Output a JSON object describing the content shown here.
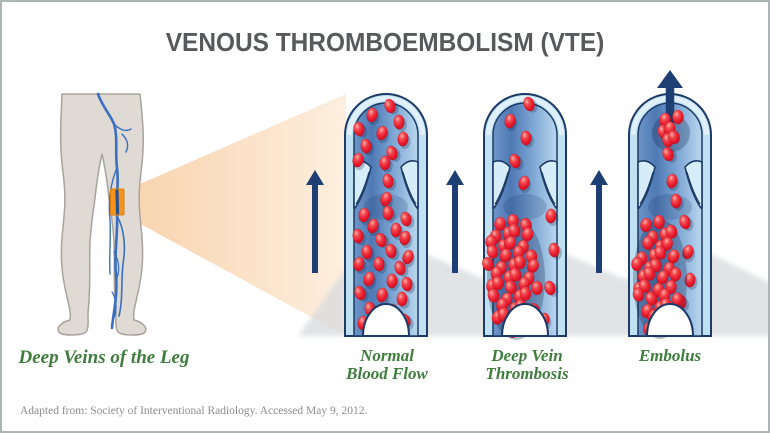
{
  "header": {
    "title": "VENOUS THROMBOEMBOLISM (VTE)"
  },
  "labels": {
    "leg": "Deep Veins of the Leg",
    "normal": "Normal\nBlood Flow",
    "dvt": "Deep Vein\nThrombosis",
    "embolus": "Embolus"
  },
  "footer": {
    "attribution": "Adapted from: Society of Interventional Radiology. Accessed May 9, 2012."
  },
  "icons": [
    {
      "name": "up-arrow-icon",
      "meaning": "direction of blood flow"
    },
    {
      "name": "embolus-exit-arrow-icon",
      "meaning": "clot travelling out of vein"
    }
  ],
  "colors": {
    "title_gray": "#58595b",
    "caption_green": "#3e7d3c",
    "attribution_gray": "#8c8c8c",
    "arrow_navy": "#1e3f74",
    "vein_outline": "#1c3a66",
    "vein_wall": "#bfe1f2",
    "vein_wall_highlight": "#e3f2fb",
    "valve_fill": "#d6edf9",
    "cell_red": "#e6182b",
    "cone_peach": "#f8d0a8",
    "cone_peach_light": "#fdeedd",
    "orange_highlight": "#f6921e",
    "leg_fill": "#dfdbd4",
    "leg_outline": "#a8a39c",
    "leg_vein_blue": "#3a6ec0",
    "shadow_gray": "#d8dadc",
    "border_gray": "#adb5b7"
  }
}
